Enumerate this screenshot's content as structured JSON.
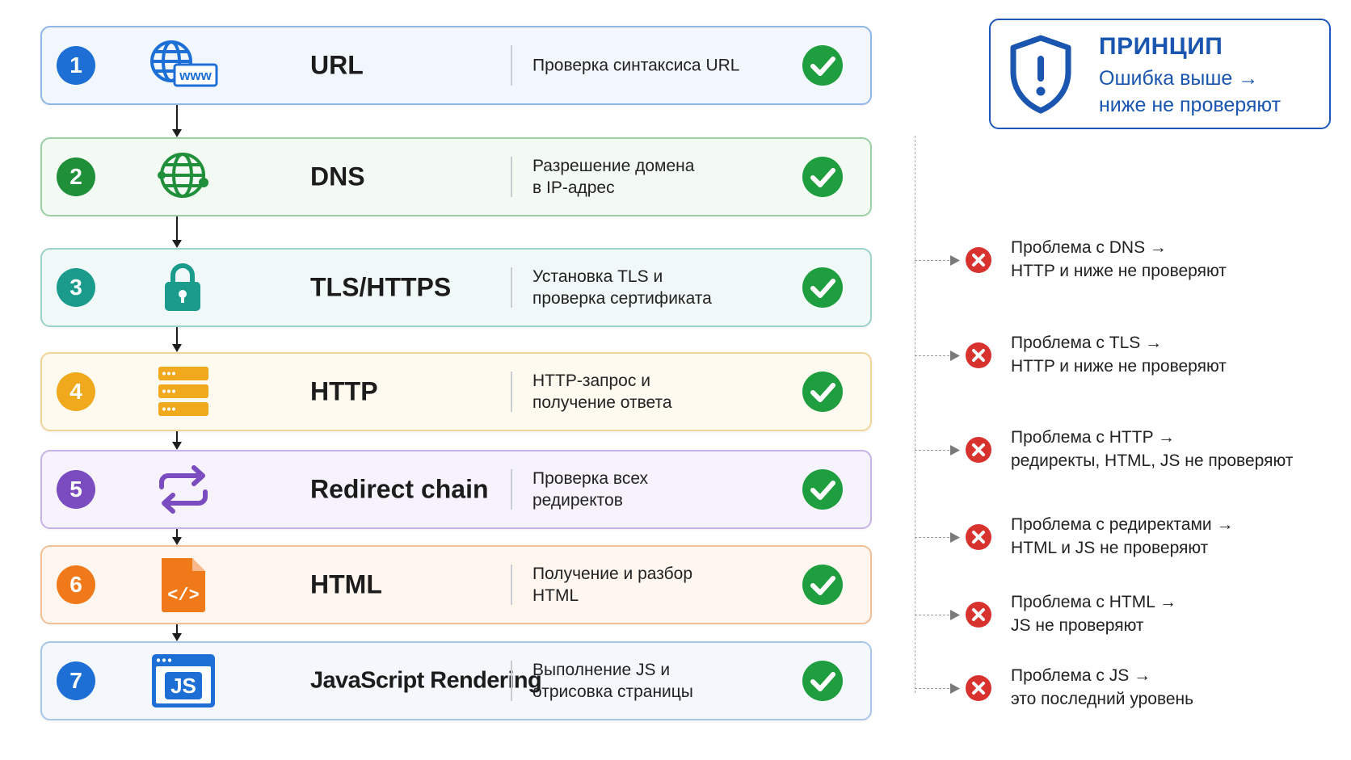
{
  "stages": [
    {
      "num": "1",
      "title": "URL",
      "icon": "globe-www-icon",
      "www": "www",
      "desc1": "Проверка синтаксиса URL",
      "desc2": "",
      "color": "#1d6fd6",
      "border": "#8fb6e6",
      "bg": "#f2f7fd"
    },
    {
      "num": "2",
      "title": "DNS",
      "icon": "globe-network-icon",
      "desc1": "Разрешение домена",
      "desc2": "в IP-адрес",
      "color": "#1f8f3a",
      "border": "#9ccfa5",
      "bg": "#f3faf4"
    },
    {
      "num": "3",
      "title": "TLS/HTTPS",
      "icon": "padlock-icon",
      "desc1": "Установка TLS и",
      "desc2": "проверка сертификата",
      "color": "#1a9b8c",
      "border": "#9bd2cb",
      "bg": "#f1f9f8"
    },
    {
      "num": "4",
      "title": "HTTP",
      "icon": "server-stack-icon",
      "desc1": "HTTP-запрос и",
      "desc2": "получение ответа",
      "color": "#f0a81c",
      "border": "#f1d49a",
      "bg": "#fffaf0"
    },
    {
      "num": "5",
      "title": "Redirect chain",
      "icon": "redirect-arrows-icon",
      "desc1": "Проверка всех",
      "desc2": "редиректов",
      "color": "#7a4cc0",
      "border": "#c8b3e6",
      "bg": "#f7f3fc"
    },
    {
      "num": "6",
      "title": "HTML",
      "icon": "html-file-icon",
      "code": "</>",
      "desc1": "Получение и разбор",
      "desc2": "HTML",
      "color": "#f07a1a",
      "border": "#f3bf94",
      "bg": "#fff6ef"
    },
    {
      "num": "7",
      "title": "JavaScript Rendering",
      "icon": "js-window-icon",
      "code": "JS",
      "desc1": "Выполнение JS и",
      "desc2": "отрисовка страницы",
      "color": "#1d6fd6",
      "border": "#a9c6ea",
      "bg": "#f4f8fd"
    }
  ],
  "principle": {
    "title": "ПРИНЦИП",
    "line1": "Ошибка выше →",
    "line2": "ниже не проверяют",
    "color": "#1a55b0"
  },
  "failures": [
    {
      "line1": "Проблема с DNS →",
      "line2": "HTTP и ниже не проверяют"
    },
    {
      "line1": "Проблема с TLS →",
      "line2": "HTTP и ниже не проверяют"
    },
    {
      "line1": "Проблема с HTTP →",
      "line2": "редиректы, HTML, JS не проверяют"
    },
    {
      "line1": "Проблема с редиректами →",
      "line2": "HTML и JS не проверяют"
    },
    {
      "line1": "Проблема с HTML →",
      "line2": "JS не проверяют"
    },
    {
      "line1": "Проблема с JS →",
      "line2": "это последний уровень"
    }
  ],
  "colors": {
    "check": "#1e9e3e",
    "error": "#d8322e"
  }
}
